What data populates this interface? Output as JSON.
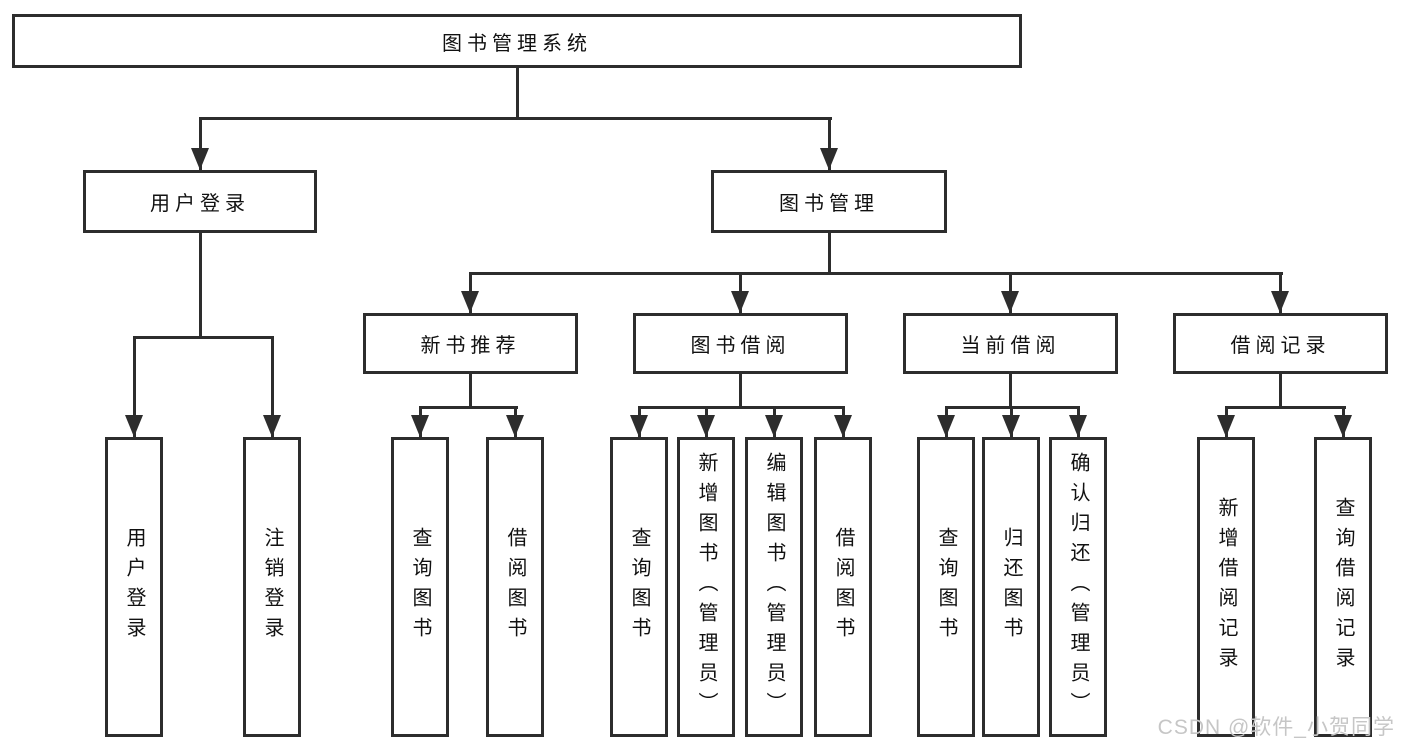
{
  "diagram_title": "图书管理系统",
  "tree": {
    "root": {
      "label": "图书管理系统",
      "children": [
        {
          "label": "用户登录",
          "children": [
            {
              "label": "用户登录"
            },
            {
              "label": "注销登录"
            }
          ]
        },
        {
          "label": "图书管理",
          "children": [
            {
              "label": "新书推荐",
              "children": [
                {
                  "label": "查询图书"
                },
                {
                  "label": "借阅图书"
                }
              ]
            },
            {
              "label": "图书借阅",
              "children": [
                {
                  "label": "查询图书"
                },
                {
                  "label": "新增图书（管理员）"
                },
                {
                  "label": "编辑图书（管理员）"
                },
                {
                  "label": "借阅图书"
                }
              ]
            },
            {
              "label": "当前借阅",
              "children": [
                {
                  "label": "查询图书"
                },
                {
                  "label": "归还图书"
                },
                {
                  "label": "确认归还（管理员）"
                }
              ]
            },
            {
              "label": "借阅记录",
              "children": [
                {
                  "label": "新增借阅记录"
                },
                {
                  "label": "查询借阅记录"
                }
              ]
            }
          ]
        }
      ]
    }
  },
  "watermark": "CSDN @软件_小贺同学",
  "colors": {
    "line": "#2d2d2d",
    "text": "#111111",
    "watermark": "#c6c6c6",
    "background": "#ffffff"
  }
}
